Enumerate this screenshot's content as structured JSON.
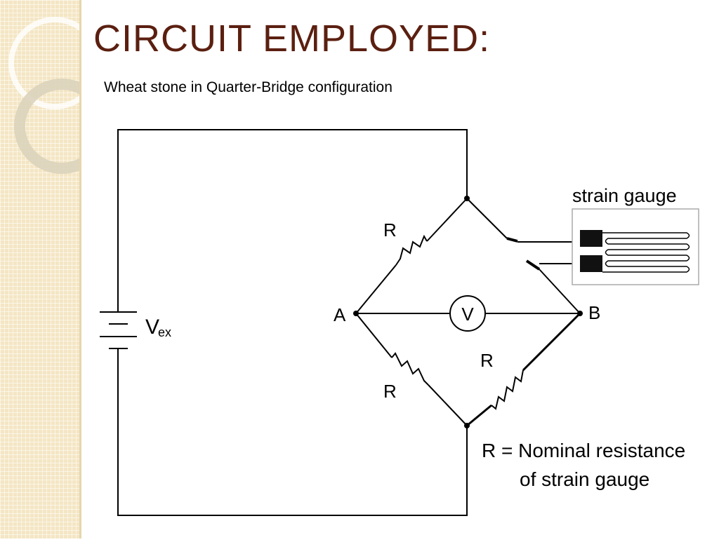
{
  "slide": {
    "title": "CIRCUIT EMPLOYED:",
    "subtitle": "Wheat stone in Quarter-Bridge configuration"
  },
  "diagram": {
    "source_label_main": "V",
    "source_label_sub": "ex",
    "node_a": "A",
    "node_b": "B",
    "meter": "V",
    "resistor_top_left": "R",
    "resistor_bottom_left": "R",
    "resistor_bottom_right": "R",
    "strain_gauge_label": "strain gauge",
    "legend_line1": "R = Nominal resistance",
    "legend_line2": "of strain gauge"
  },
  "colors": {
    "title": "#5b1f10",
    "sidebar": "#f4e6c4"
  }
}
